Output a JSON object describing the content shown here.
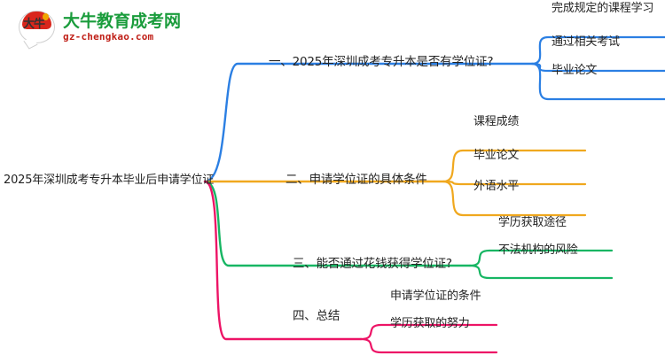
{
  "logo": {
    "mark_text": "大牛",
    "title": "大牛教育成考网",
    "subtitle": "gz-chengkao.com",
    "brand_green": "#1a9c3c",
    "brand_red": "#c02018"
  },
  "mindmap": {
    "root": {
      "label": "2025年深圳成考专升本毕业后申请学位证"
    },
    "branches": [
      {
        "index": "1",
        "label": "一、2025年深圳成考专升本是否有学位证?",
        "color": "#2b7fe3",
        "leaves": [
          {
            "label": "完成规定的课程学习"
          },
          {
            "label": "通过相关考试"
          },
          {
            "label": "毕业论文"
          }
        ]
      },
      {
        "index": "2",
        "label": "二、申请学位证的具体条件",
        "color": "#f0a81e",
        "leaves": [
          {
            "label": "课程成绩"
          },
          {
            "label": "毕业论文"
          },
          {
            "label": "外语水平"
          }
        ]
      },
      {
        "index": "3",
        "label": "三、能否通过花钱获得学位证?",
        "color": "#17b663",
        "leaves": [
          {
            "label": "学历获取途径"
          },
          {
            "label": "不法机构的风险"
          }
        ]
      },
      {
        "index": "4",
        "label": "四、总结",
        "color": "#ed1466",
        "leaves": [
          {
            "label": "申请学位证的条件"
          },
          {
            "label": "学历获取的努力"
          }
        ]
      }
    ]
  }
}
